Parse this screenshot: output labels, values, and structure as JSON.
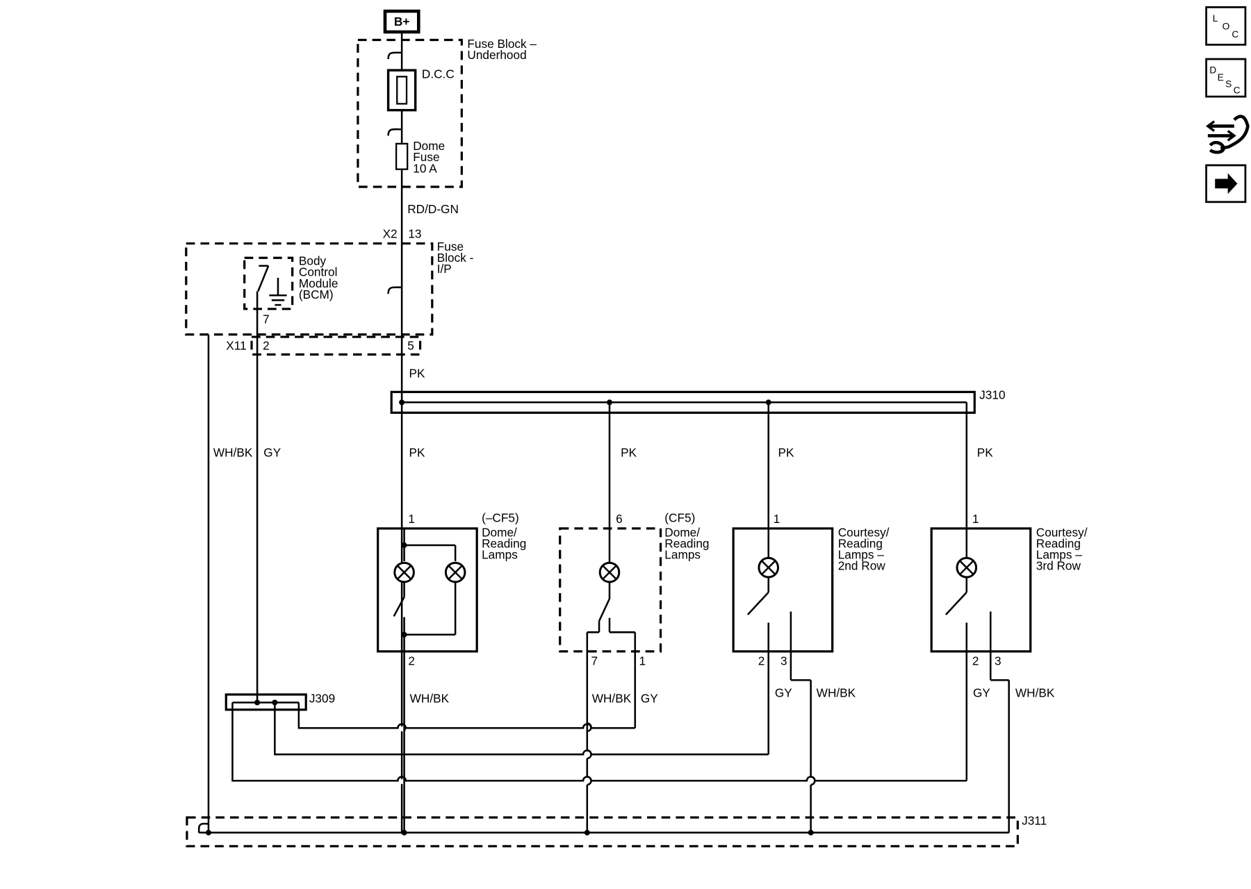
{
  "power": {
    "source": "B+"
  },
  "fuse_block_underhood": {
    "name_line1": "Fuse Block –",
    "name_line2": "Underhood",
    "dcc_label": "D.C.C",
    "dome_fuse_line1": "Dome",
    "dome_fuse_line2": "Fuse",
    "dome_fuse_line3": "10 A"
  },
  "feed_wire_color": "RD/D-GN",
  "fuse_block_ip": {
    "connector": "X2",
    "pin": "13",
    "name_line1": "Fuse",
    "name_line2": "Block -",
    "name_line3": "I/P"
  },
  "bcm": {
    "line1": "Body",
    "line2": "Control",
    "line3": "Module",
    "line4": "(BCM)",
    "pin": "7"
  },
  "x11": {
    "connector": "X11",
    "pin_a": "2",
    "pin_b": "5"
  },
  "wire_colors": {
    "pk": "PK",
    "wh_bk": "WH/BK",
    "gy": "GY"
  },
  "splices": {
    "j310": "J310",
    "j309": "J309",
    "j311": "J311"
  },
  "lamps": [
    {
      "option": "(–CF5)",
      "line1": "Dome/",
      "line2": "Reading",
      "line3": "Lamps",
      "pin_top": "1",
      "pin_bottom": "2"
    },
    {
      "option": "(CF5)",
      "line1": "Dome/",
      "line2": "Reading",
      "line3": "Lamps",
      "pin_top": "6",
      "pin_left": "7",
      "pin_right": "1"
    },
    {
      "line1": "Courtesy/",
      "line2": "Reading",
      "line3": "Lamps –",
      "line4": "2nd Row",
      "pin_top": "1",
      "pin_left": "2",
      "pin_right": "3"
    },
    {
      "line1": "Courtesy/",
      "line2": "Reading",
      "line3": "Lamps –",
      "line4": "3rd Row",
      "pin_top": "1",
      "pin_left": "2",
      "pin_right": "3"
    }
  ],
  "nav": {
    "loc": {
      "l": "L",
      "o": "O",
      "c": "C"
    },
    "desc": {
      "d": "D",
      "e": "E",
      "s": "S",
      "c": "C"
    },
    "connector_icon": "connector-wrench-icon",
    "next_icon": "right-arrow-icon"
  }
}
